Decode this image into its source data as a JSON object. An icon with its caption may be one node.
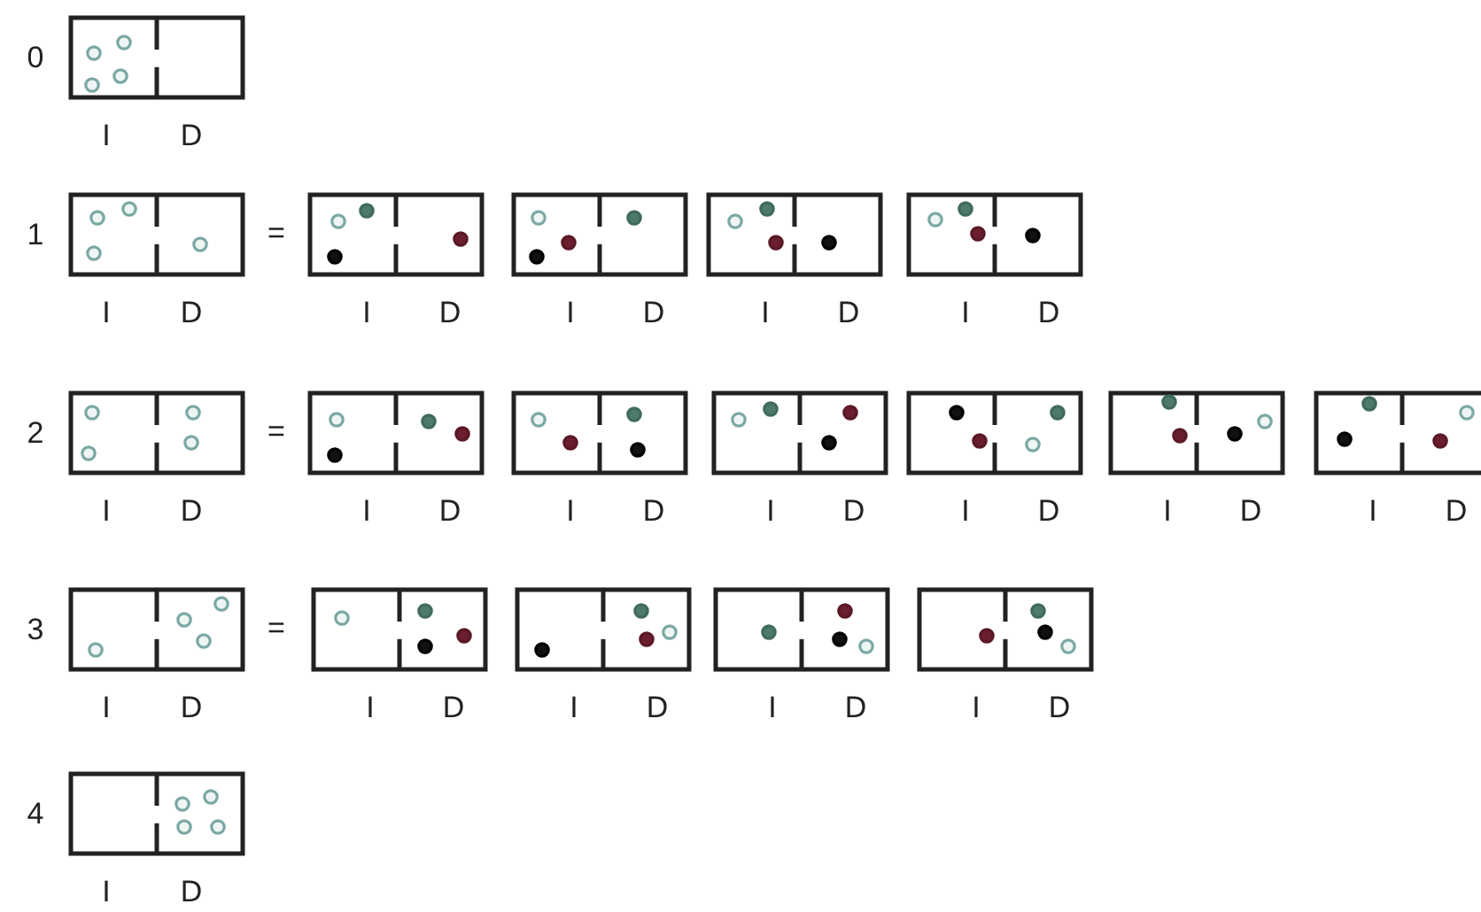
{
  "diagram": {
    "labels": [
      "0",
      "I",
      "D",
      "1",
      "=",
      "I",
      "D",
      "I",
      "D",
      "I",
      "D",
      "I",
      "D",
      "I",
      "D",
      "2",
      "=",
      "I",
      "D",
      "I",
      "D",
      "I",
      "D",
      "I",
      "D",
      "I",
      "D",
      "I",
      "D",
      "I",
      "D",
      "3",
      "=",
      "I",
      "D",
      "I",
      "D",
      "I",
      "D",
      "I",
      "D",
      "I",
      "D",
      "4",
      "I",
      "D"
    ]
  }
}
